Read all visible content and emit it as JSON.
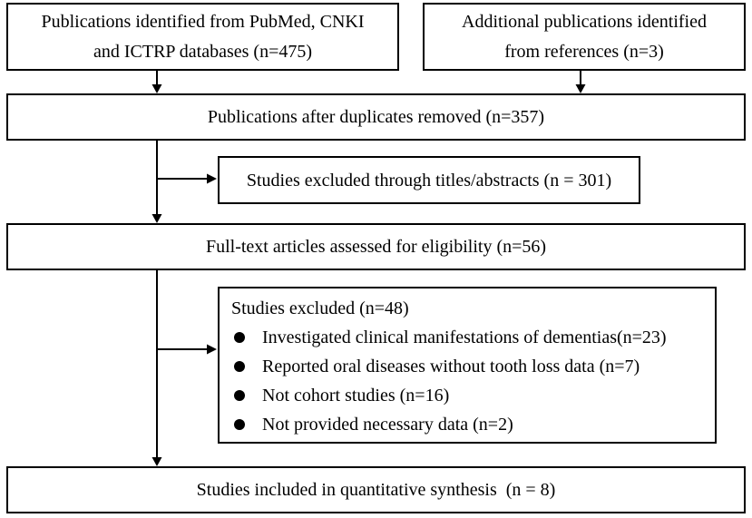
{
  "boxes": {
    "identified_db": {
      "line1": "Publications identified from PubMed, CNKI",
      "line2": "and ICTRP databases (n=475)"
    },
    "identified_refs": {
      "line1": "Additional publications identified",
      "line2": "from references (n=3)"
    },
    "after_duplicates": {
      "text": "Publications after duplicates removed (n=357)"
    },
    "excluded_titles": {
      "text": "Studies excluded through titles/abstracts (n = 301)"
    },
    "full_text": {
      "text": "Full-text articles assessed for eligibility (n=56)"
    },
    "excluded_fulltext": {
      "title": "Studies excluded (n=48)",
      "reasons": [
        "Investigated clinical manifestations of dementias(n=23)",
        "Reported oral diseases without tooth loss data (n=7)",
        "Not cohort studies (n=16)",
        "Not provided necessary data (n=2)"
      ]
    },
    "included": {
      "text": "Studies included in quantitative synthesis  (n = 8)"
    }
  },
  "colors": {
    "stroke": "#000000",
    "background": "#ffffff"
  }
}
